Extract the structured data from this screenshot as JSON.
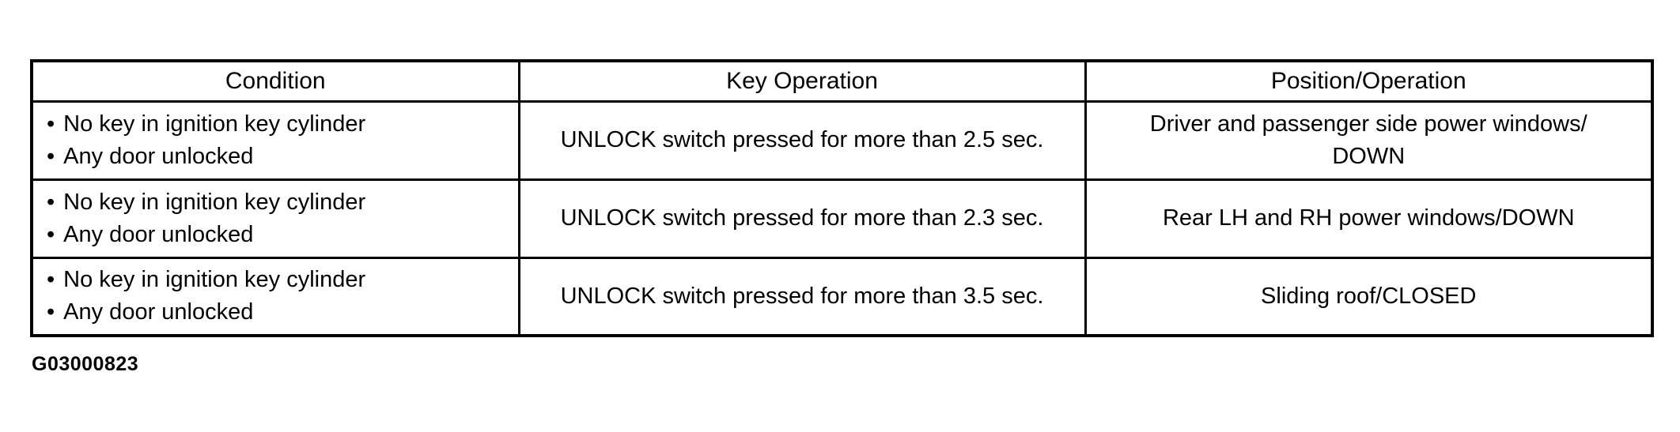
{
  "table": {
    "headers": {
      "condition": "Condition",
      "key_operation": "Key Operation",
      "position_operation": "Position/Operation"
    },
    "rows": [
      {
        "conditions": [
          "No key in ignition key cylinder",
          "Any door unlocked"
        ],
        "key_operation": "UNLOCK switch pressed for more than 2.5 sec.",
        "position_lines": [
          "Driver and passenger side power windows/",
          "DOWN"
        ]
      },
      {
        "conditions": [
          "No key in ignition key cylinder",
          "Any door unlocked"
        ],
        "key_operation": "UNLOCK switch pressed for more than 2.3 sec.",
        "position_lines": [
          "Rear LH and RH power windows/DOWN"
        ]
      },
      {
        "conditions": [
          "No key in ignition key cylinder",
          "Any door unlocked"
        ],
        "key_operation": "UNLOCK switch pressed for more than 3.5 sec.",
        "position_lines": [
          "Sliding roof/CLOSED"
        ]
      }
    ]
  },
  "figure_id": "G03000823",
  "colors": {
    "border": "#000000",
    "background": "#ffffff",
    "text": "#000000"
  }
}
